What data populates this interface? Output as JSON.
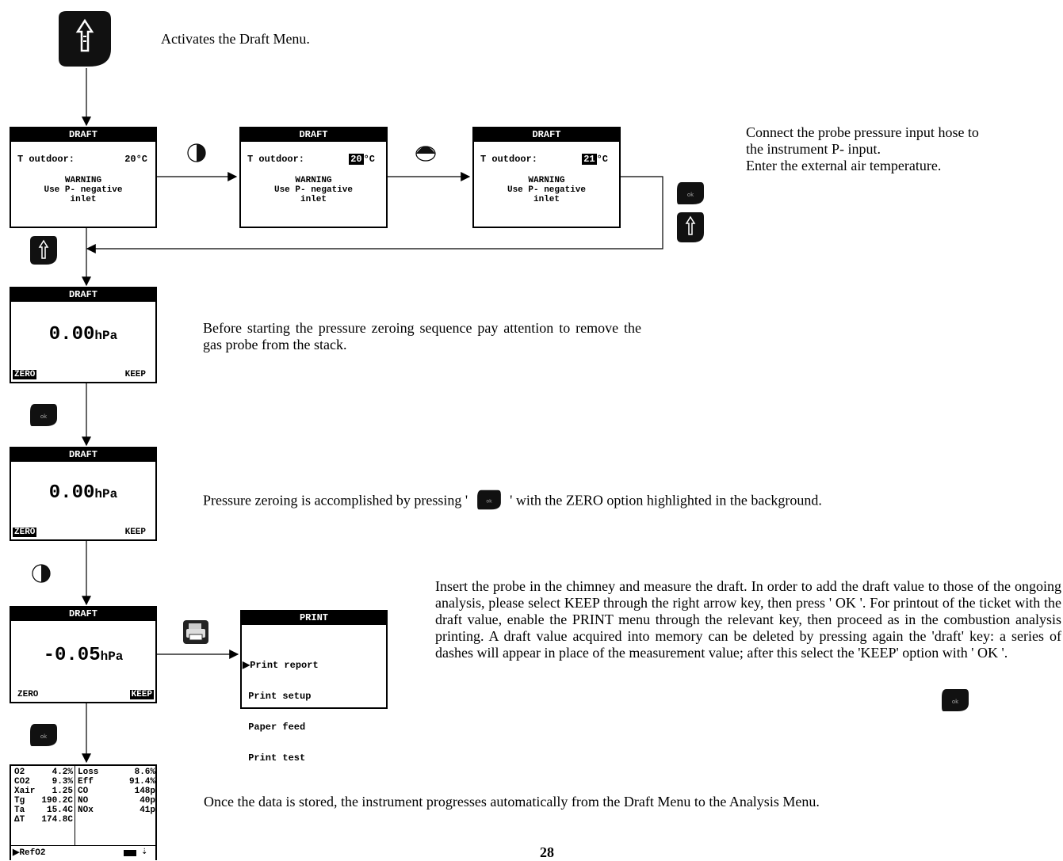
{
  "intro_text": "Activates the Draft Menu.",
  "screen1": {
    "title": "DRAFT",
    "label": "T outdoor:",
    "value": "20°C",
    "warning": "WARNING",
    "line1": "Use P- negative",
    "line2": "inlet"
  },
  "screen2": {
    "title": "DRAFT",
    "label": "T outdoor:",
    "value_hl": "20",
    "unit": "°C",
    "warning": "WARNING",
    "line1": "Use P- negative",
    "line2": "inlet"
  },
  "screen3": {
    "title": "DRAFT",
    "label": "T outdoor:",
    "value_hl": "21",
    "unit": "°C",
    "warning": "WARNING",
    "line1": "Use P- negative",
    "line2": "inlet"
  },
  "connect_text": {
    "line1": "Connect the probe pressure input hose to",
    "line2": "the instrument P- input.",
    "line3": "Enter the external air temperature."
  },
  "screen4": {
    "title": "DRAFT",
    "value": "0.00",
    "unit": "hPa",
    "left": "ZERO",
    "right": "KEEP"
  },
  "zero_text": "Before starting the pressure zeroing sequence pay attention to remove the gas probe from the stack.",
  "screen5": {
    "title": "DRAFT",
    "value": "0.00",
    "unit": "hPa",
    "left": "ZERO",
    "right": "KEEP"
  },
  "zero_press_text": {
    "before": "Pressure zeroing is accomplished by pressing '",
    "after": "' with the ZERO option highlighted in the background."
  },
  "screen6": {
    "title": "DRAFT",
    "value": "-0.05",
    "unit": "hPa",
    "left": "ZERO",
    "right": "KEEP"
  },
  "print_screen": {
    "title": "PRINT",
    "items": [
      "▶Print report",
      " Print setup",
      " Paper feed",
      " Print test"
    ]
  },
  "insert_text": "Insert the probe in the chimney and measure the draft. In order to add the draft value to those of the ongoing analysis, please select KEEP through the right arrow key, then press ' OK '. For printout of the ticket with the draft value, enable the PRINT menu through the relevant key, then proceed as in the combustion analysis printing. A draft value acquired into memory can be deleted by pressing again the 'draft' key: a series of dashes will appear in place of the measurement value; after this select the 'KEEP' option with ' OK '.",
  "analysis_screen": {
    "left_rows": [
      [
        "O2",
        "4.2%"
      ],
      [
        "CO2",
        "9.3%"
      ],
      [
        "Xair",
        "1.25"
      ],
      [
        "Tg",
        "190.2C"
      ],
      [
        "Ta",
        "15.4C"
      ],
      [
        "ΔT",
        "174.8C"
      ]
    ],
    "right_rows": [
      [
        "Loss",
        "8.6%"
      ],
      [
        "Eff",
        "91.4%"
      ],
      [
        "CO",
        "148p"
      ],
      [
        "NO",
        "40p"
      ],
      [
        "NOx",
        "41p"
      ]
    ],
    "footer": "▶RefO2"
  },
  "stored_text": "Once the data is stored, the instrument progresses automatically from the Draft Menu to the Analysis Menu.",
  "page_number": "28",
  "icons": [
    "draft-key-icon",
    "ok-key-icon",
    "right-arrow-key-icon",
    "up-arrow-key-icon",
    "print-key-icon"
  ]
}
